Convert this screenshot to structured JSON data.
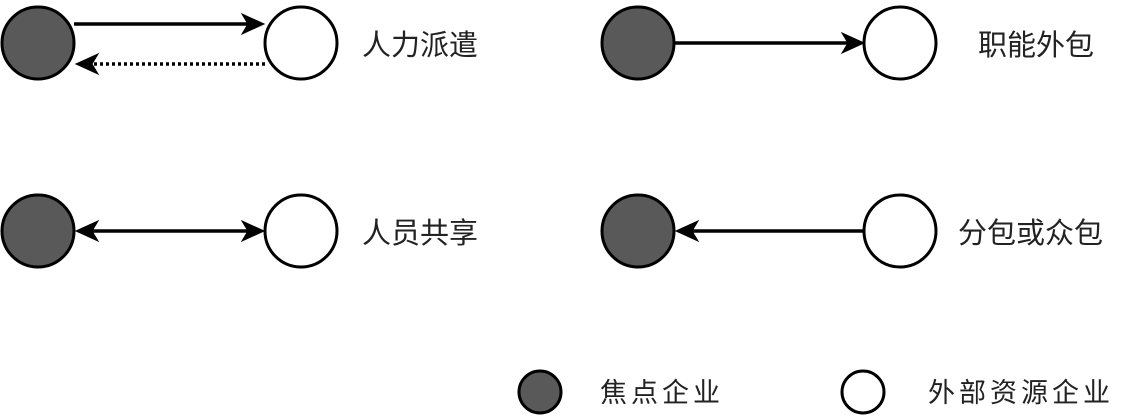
{
  "panels": {
    "staffing": {
      "label": "人力派遣"
    },
    "outsourcing": {
      "label": "职能外包"
    },
    "sharing": {
      "label": "人员共享"
    },
    "crowdsourcing": {
      "label": "分包或众包"
    }
  },
  "legend": {
    "focal": {
      "label": "焦点企业"
    },
    "external": {
      "label": "外部资源企业"
    }
  },
  "colors": {
    "focal_fill": "#595959",
    "external_fill": "#ffffff",
    "line": "#000000"
  }
}
